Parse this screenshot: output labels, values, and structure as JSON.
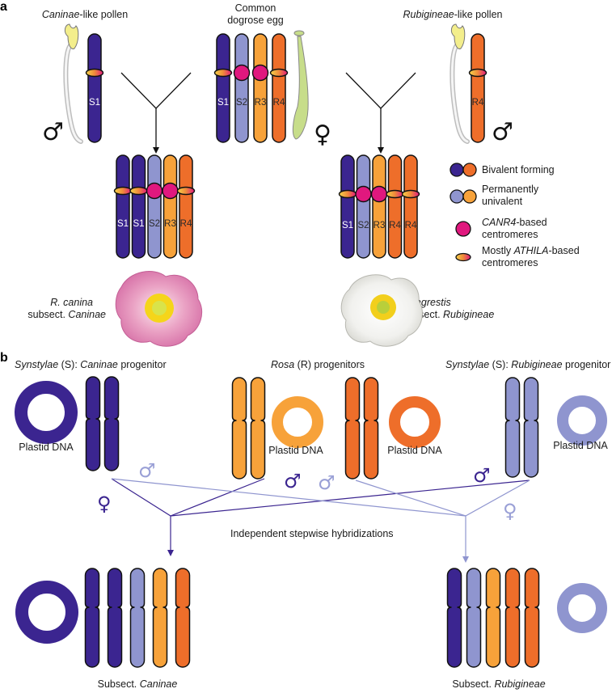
{
  "colors": {
    "dark_purple": "#3b2590",
    "light_purple": "#8f95cf",
    "light_orange": "#f7a23a",
    "dark_orange": "#ee6e2a",
    "canr4_magenta": "#e0187e",
    "pollen_yellow": "#f3ee8c",
    "egg_green": "#c7dd8a"
  },
  "panel_a": {
    "label": "a",
    "caninae_pollen": {
      "taxon": "Caninae",
      "suffix": "-like pollen"
    },
    "common_egg": {
      "line1": "Common",
      "line2": "dogrose egg"
    },
    "rubigineae_pollen": {
      "taxon": "Rubigineae",
      "suffix": "-like pollen"
    },
    "male_symbol": "♂",
    "female_symbol": "♀",
    "left_pollen_chromosomes": [
      "S1"
    ],
    "egg_chromosomes": [
      "S1",
      "S2",
      "R3",
      "R4"
    ],
    "right_pollen_chromosomes": [
      "R4"
    ],
    "canina_chromosomes": [
      "S1",
      "S1",
      "S2",
      "R3",
      "R4"
    ],
    "agrestis_chromosomes": [
      "S1",
      "S2",
      "R3",
      "R4",
      "R4"
    ],
    "legend": {
      "bivalent": "Bivalent forming",
      "univalent_line1": "Permanently",
      "univalent_line2": "univalent",
      "canr4_name": "CANR4",
      "canr4_suffix": "-based",
      "canr4_line2": "centromeres",
      "athila_prefix": "Mostly ",
      "athila_name": "ATHILA",
      "athila_suffix": "-based",
      "athila_line2": "centromeres"
    },
    "species_left": {
      "name": "R. canina",
      "subsect_prefix": "subsect. ",
      "subsect": "Caninae"
    },
    "species_right": {
      "name": "R. agrestis",
      "subsect_prefix": "subsect. ",
      "subsect": "Rubigineae"
    }
  },
  "panel_b": {
    "label": "b",
    "left_title": {
      "genus": "Synstylae",
      "code": " (S): ",
      "taxon": "Caninae",
      "suffix": " progenitor"
    },
    "middle_title": {
      "genus": "Rosa",
      "suffix": " (R) progenitors"
    },
    "right_title": {
      "genus": "Synstylae",
      "code": " (S): ",
      "taxon": "Rubigineae",
      "suffix": " progenitor"
    },
    "plastid_label": "Plastid DNA",
    "hybridization_label": "Independent stepwise hybridizations",
    "result_left": {
      "prefix": "Subsect. ",
      "taxon": "Caninae"
    },
    "result_right": {
      "prefix": "Subsect. ",
      "taxon": "Rubigineae"
    }
  }
}
